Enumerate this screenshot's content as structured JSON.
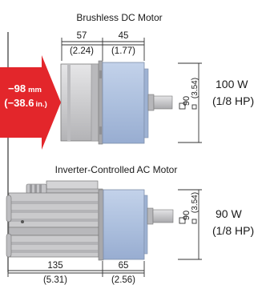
{
  "colors": {
    "background": "#ffffff",
    "motor_light": "#d2d2d4",
    "motor_dark": "#a4a4a7",
    "gearhead_blue": "#adc0de",
    "shaft": "#c4c4c6",
    "arrow_red": "#e3262b",
    "line": "#333333",
    "text": "#1a1a1a"
  },
  "brushless": {
    "title": "Brushless DC Motor",
    "dim_motor_length": "57",
    "dim_motor_length_in": "(2.24)",
    "dim_gear_length": "45",
    "dim_gear_length_in": "(1.77)",
    "frame_size": "90",
    "frame_size_in": "(3.54)",
    "output": "100 W",
    "output_hp": "(1/8 HP)"
  },
  "reduction": {
    "value": "−98",
    "unit": "mm",
    "value_in": "(−38.6",
    "unit_in": "in.)"
  },
  "inverter": {
    "title": "Inverter-Controlled AC Motor",
    "dim_motor_length": "135",
    "dim_motor_length_in": "(5.31)",
    "dim_gear_length": "65",
    "dim_gear_length_in": "(2.56)",
    "frame_size": "90",
    "frame_size_in": "(3.54)",
    "output": "90 W",
    "output_hp": "(1/8 HP)"
  }
}
